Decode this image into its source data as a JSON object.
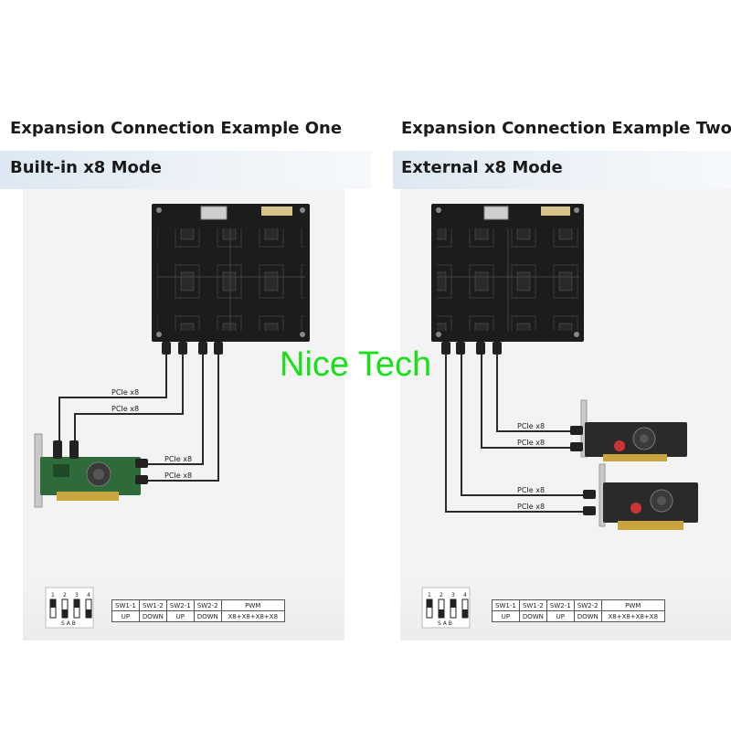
{
  "left": {
    "title": "Expansion Connection Example One",
    "subtitle": "Built-in x8 Mode",
    "links": [
      "PCIe x8",
      "PCIe x8",
      "PCIe x8",
      "PCIe x8"
    ],
    "switch_table": {
      "headers": [
        "SW1-1",
        "SW1-2",
        "SW2-1",
        "SW2-2",
        "PWM"
      ],
      "values": [
        "UP",
        "DOWN",
        "UP",
        "DOWN",
        "X8+X8+X8+X8"
      ]
    },
    "dip_numbers": [
      "1",
      "2",
      "3",
      "4"
    ],
    "dip_letters": "S A B"
  },
  "right": {
    "title": "Expansion Connection Example Two",
    "subtitle": "External x8 Mode",
    "links": [
      "PCIe x8",
      "PCIe x8",
      "PCIe x8",
      "PCIe x8"
    ],
    "switch_table": {
      "headers": [
        "SW1-1",
        "SW1-2",
        "SW2-1",
        "SW2-2",
        "PWM"
      ],
      "values": [
        "UP",
        "DOWN",
        "UP",
        "DOWN",
        "X8+X8+X8+X8"
      ]
    },
    "dip_numbers": [
      "1",
      "2",
      "3",
      "4"
    ],
    "dip_letters": "S A B"
  },
  "watermark": "Nice Tech",
  "colors": {
    "pcb": "#1c1c1c",
    "pcb_green": "#2f6b3a",
    "watermark": "#18e018",
    "panel": "#f3f3f3"
  }
}
